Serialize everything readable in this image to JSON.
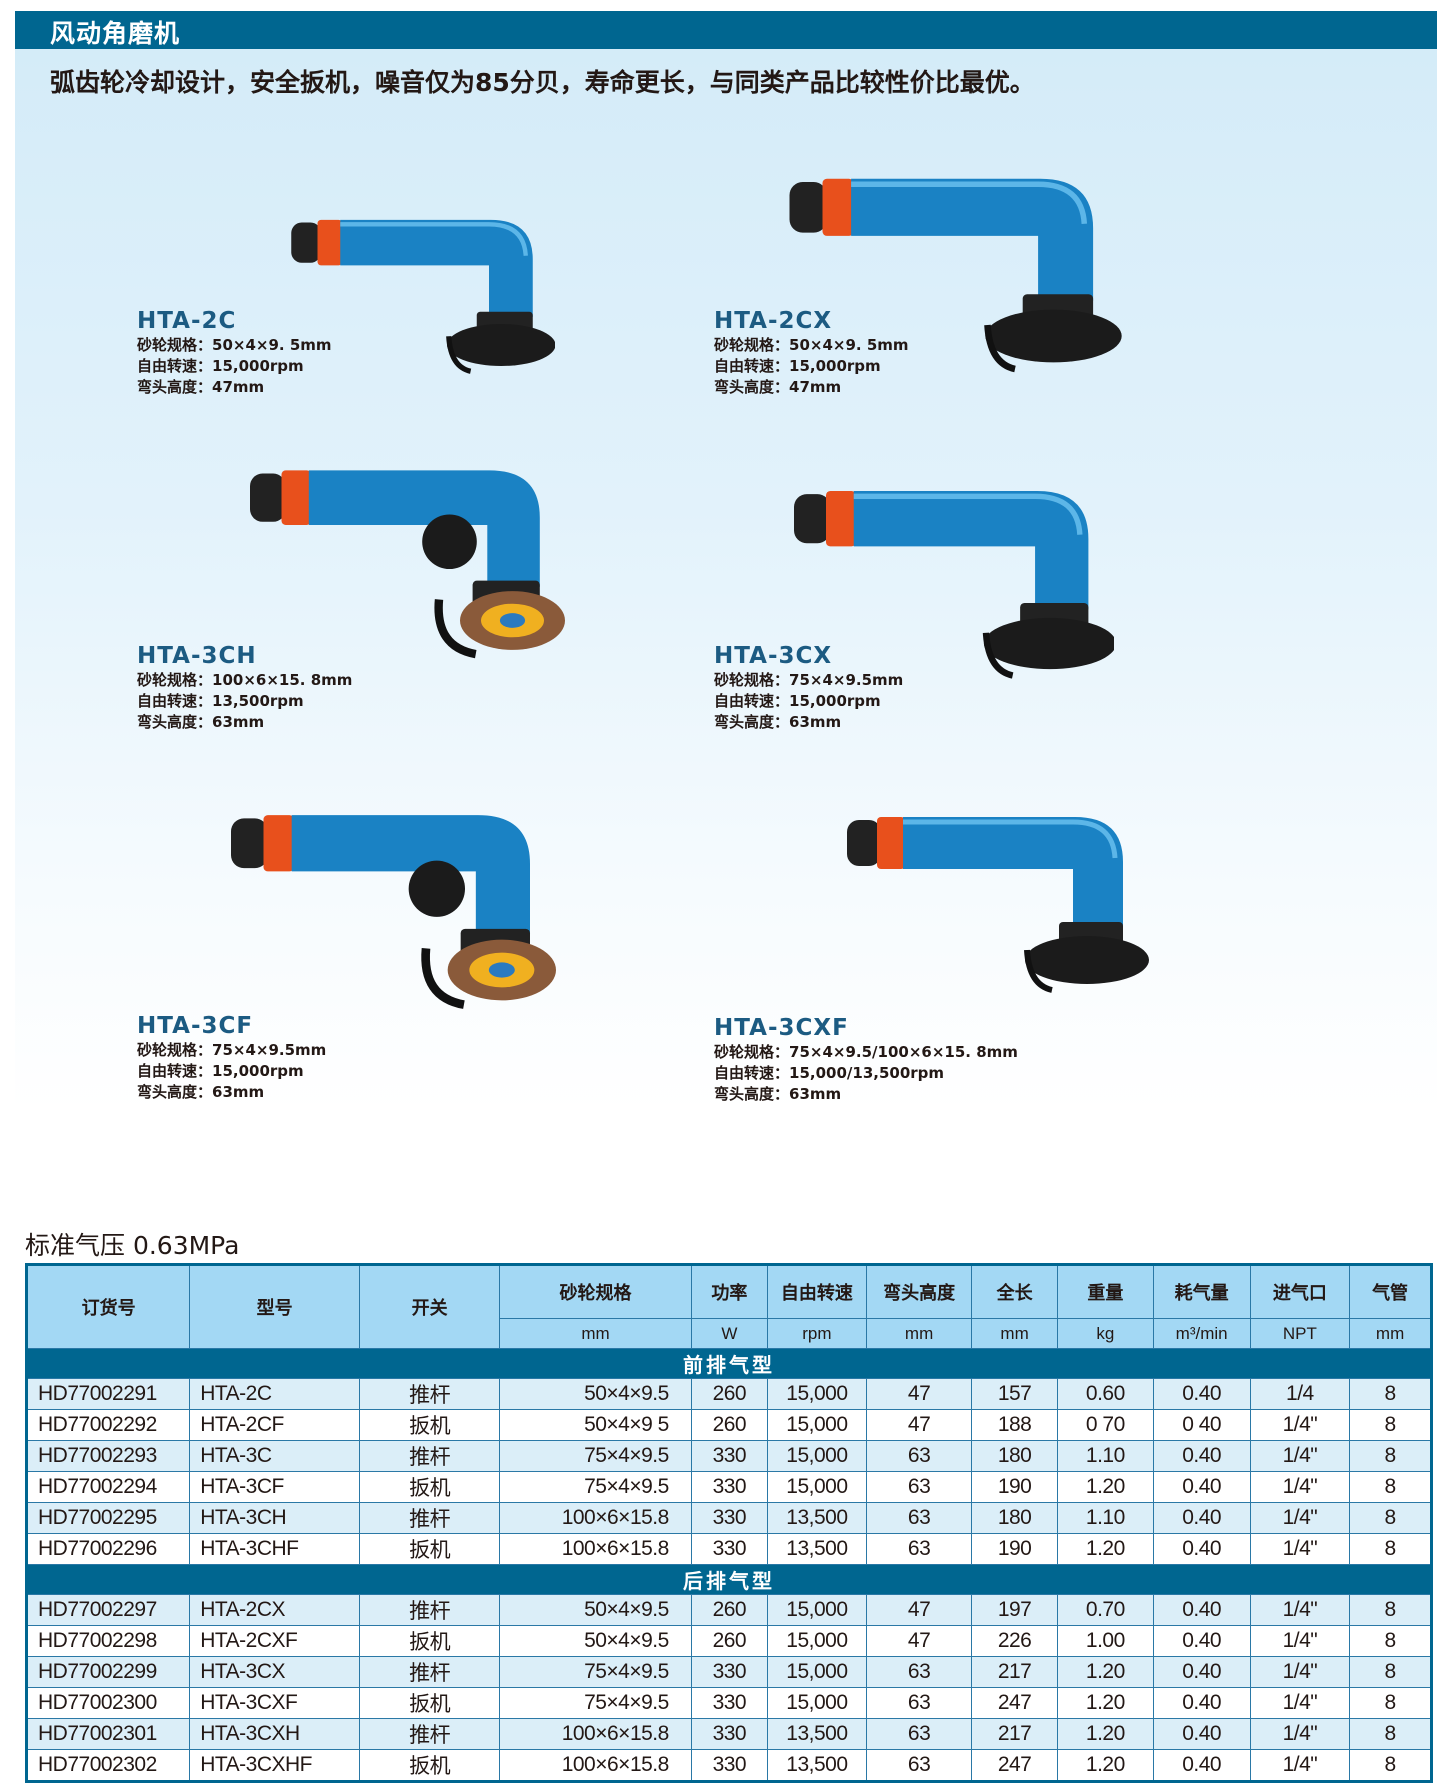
{
  "header": {
    "title": "风动角磨机",
    "tagline": "弧齿轮冷却设计，安全扳机，噪音仅为85分贝，寿命更长，与同类产品比较性价比最优。"
  },
  "colors": {
    "brand": "#006690",
    "header_cell": "#a3d8f4",
    "row_alt": "#dbeef8",
    "body": "#1a82c4",
    "collar": "#e8501c"
  },
  "products": [
    {
      "model": "HTA-2C",
      "specs": [
        {
          "label": "砂轮规格：",
          "value": "50×4×9. 5mm"
        },
        {
          "label": "自由转速：",
          "value": "15,000rpm"
        },
        {
          "label": "弯头高度：",
          "value": "47mm"
        }
      ]
    },
    {
      "model": "HTA-2CX",
      "specs": [
        {
          "label": "砂轮规格：",
          "value": "50×4×9. 5mm"
        },
        {
          "label": "自由转速：",
          "value": "15,000rpm"
        },
        {
          "label": "弯头高度：",
          "value": "47mm"
        }
      ]
    },
    {
      "model": "HTA-3CH",
      "specs": [
        {
          "label": "砂轮规格：",
          "value": "100×6×15. 8mm"
        },
        {
          "label": "自由转速：",
          "value": "13,500rpm"
        },
        {
          "label": "弯头高度：",
          "value": "63mm"
        }
      ]
    },
    {
      "model": "HTA-3CX",
      "specs": [
        {
          "label": "砂轮规格：",
          "value": "75×4×9.5mm"
        },
        {
          "label": "自由转速：",
          "value": "15,000rpm"
        },
        {
          "label": "弯头高度：",
          "value": "63mm"
        }
      ]
    },
    {
      "model": "HTA-3CF",
      "specs": [
        {
          "label": "砂轮规格：",
          "value": "75×4×9.5mm"
        },
        {
          "label": "自由转速：",
          "value": "15,000rpm"
        },
        {
          "label": "弯头高度：",
          "value": "63mm"
        }
      ]
    },
    {
      "model": "HTA-3CXF",
      "specs": [
        {
          "label": "砂轮规格：",
          "value": "75×4×9.5/100×6×15. 8mm"
        },
        {
          "label": "自由转速：",
          "value": "15,000/13,500rpm"
        },
        {
          "label": "弯头高度：",
          "value": "63mm"
        }
      ]
    }
  ],
  "table": {
    "title": "标准气压 0.63MPa",
    "columns": [
      {
        "label": "订货号",
        "unit": ""
      },
      {
        "label": "型号",
        "unit": ""
      },
      {
        "label": "开关",
        "unit": ""
      },
      {
        "label": "砂轮规格",
        "unit": "mm"
      },
      {
        "label": "功率",
        "unit": "W"
      },
      {
        "label": "自由转速",
        "unit": "rpm"
      },
      {
        "label": "弯头高度",
        "unit": "mm"
      },
      {
        "label": "全长",
        "unit": "mm"
      },
      {
        "label": "重量",
        "unit": "kg"
      },
      {
        "label": "耗气量",
        "unit": "m³/min"
      },
      {
        "label": "进气口",
        "unit": "NPT"
      },
      {
        "label": "气管",
        "unit": "mm"
      }
    ],
    "sections": [
      {
        "name": "前排气型",
        "rows": [
          [
            "HD77002291",
            "HTA-2C",
            "推杆",
            "50×4×9.5",
            "260",
            "15,000",
            "47",
            "157",
            "0.60",
            "0.40",
            "1/4",
            "8"
          ],
          [
            "HD77002292",
            "HTA-2CF",
            "扳机",
            "50×4×9 5",
            "260",
            "15,000",
            "47",
            "188",
            "0 70",
            "0 40",
            "1/4\"",
            "8"
          ],
          [
            "HD77002293",
            "HTA-3C",
            "推杆",
            "75×4×9.5",
            "330",
            "15,000",
            "63",
            "180",
            "1.10",
            "0.40",
            "1/4\"",
            "8"
          ],
          [
            "HD77002294",
            "HTA-3CF",
            "扳机",
            "75×4×9.5",
            "330",
            "15,000",
            "63",
            "190",
            "1.20",
            "0.40",
            "1/4\"",
            "8"
          ],
          [
            "HD77002295",
            "HTA-3CH",
            "推杆",
            "100×6×15.8",
            "330",
            "13,500",
            "63",
            "180",
            "1.10",
            "0.40",
            "1/4\"",
            "8"
          ],
          [
            "HD77002296",
            "HTA-3CHF",
            "扳机",
            "100×6×15.8",
            "330",
            "13,500",
            "63",
            "190",
            "1.20",
            "0.40",
            "1/4\"",
            "8"
          ]
        ]
      },
      {
        "name": "后排气型",
        "rows": [
          [
            "HD77002297",
            "HTA-2CX",
            "推杆",
            "50×4×9.5",
            "260",
            "15,000",
            "47",
            "197",
            "0.70",
            "0.40",
            "1/4\"",
            "8"
          ],
          [
            "HD77002298",
            "HTA-2CXF",
            "扳机",
            "50×4×9.5",
            "260",
            "15,000",
            "47",
            "226",
            "1.00",
            "0.40",
            "1/4\"",
            "8"
          ],
          [
            "HD77002299",
            "HTA-3CX",
            "推杆",
            "75×4×9.5",
            "330",
            "15,000",
            "63",
            "217",
            "1.20",
            "0.40",
            "1/4\"",
            "8"
          ],
          [
            "HD77002300",
            "HTA-3CXF",
            "扳机",
            "75×4×9.5",
            "330",
            "15,000",
            "63",
            "247",
            "1.20",
            "0.40",
            "1/4\"",
            "8"
          ],
          [
            "HD77002301",
            "HTA-3CXH",
            "推杆",
            "100×6×15.8",
            "330",
            "13,500",
            "63",
            "217",
            "1.20",
            "0.40",
            "1/4\"",
            "8"
          ],
          [
            "HD77002302",
            "HTA-3CXHF",
            "扳机",
            "100×6×15.8",
            "330",
            "13,500",
            "63",
            "247",
            "1.20",
            "0.40",
            "1/4\"",
            "8"
          ]
        ]
      }
    ]
  }
}
